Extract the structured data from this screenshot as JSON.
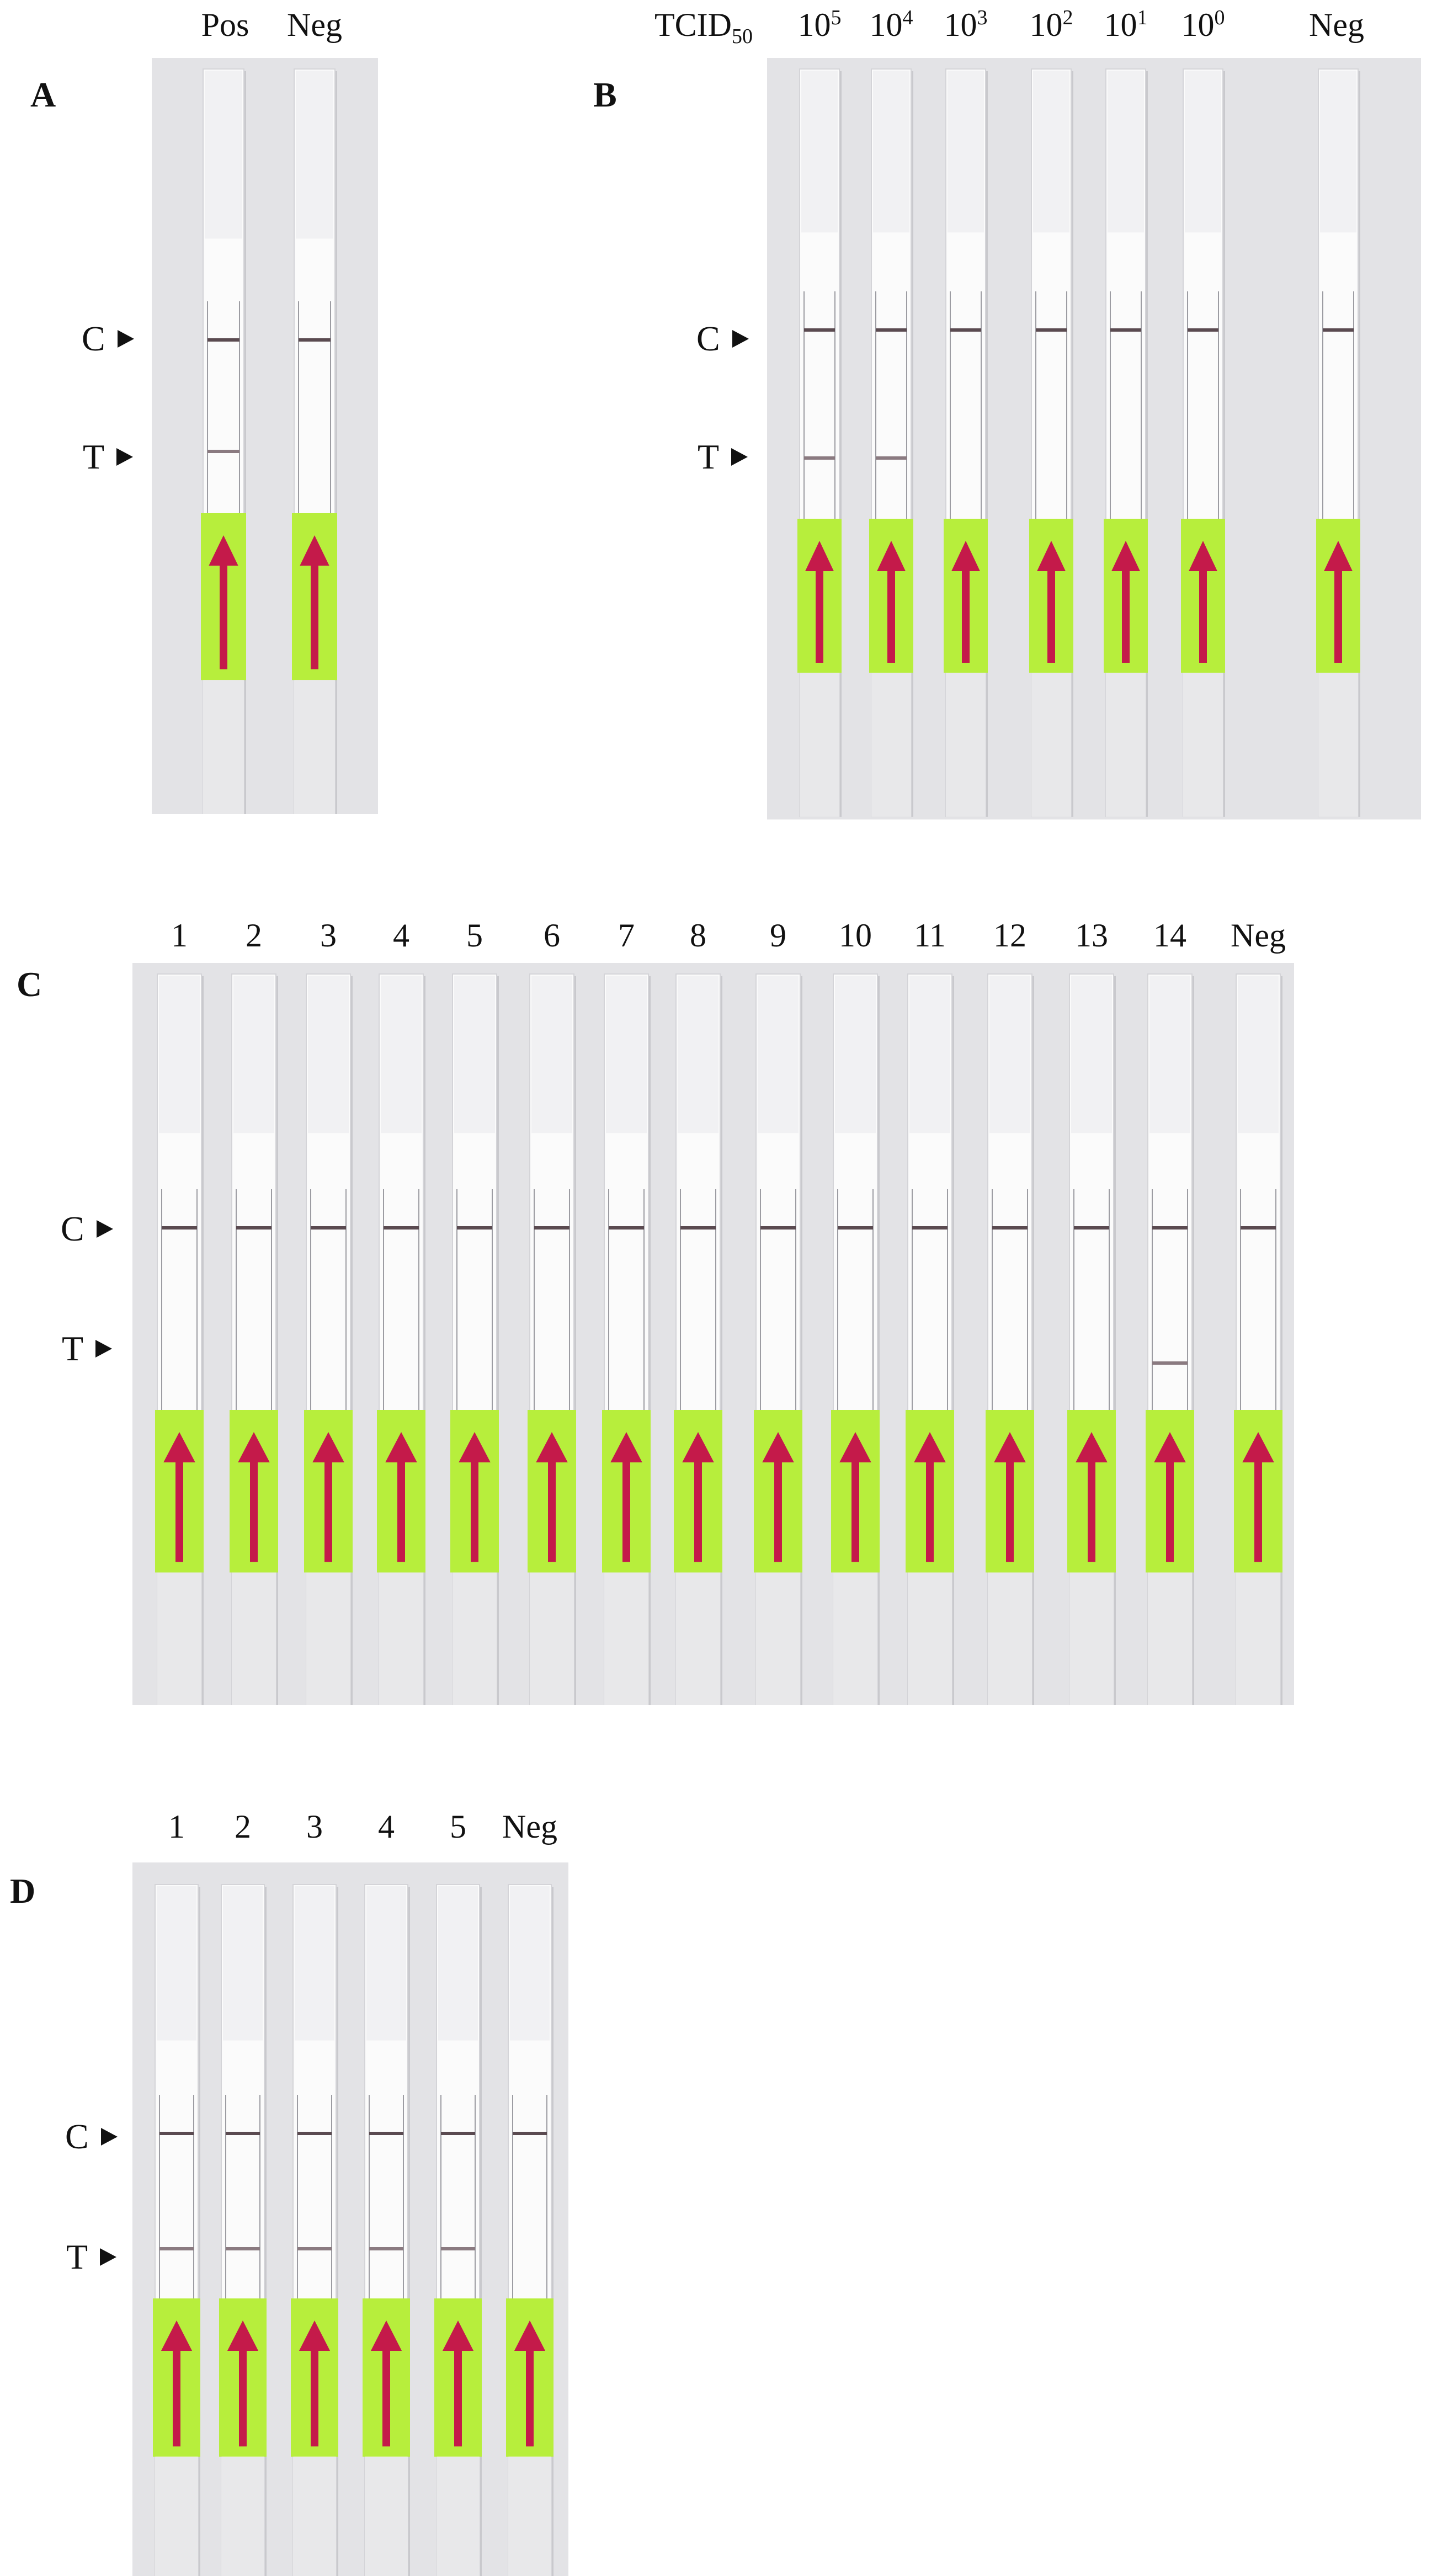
{
  "panels": [
    {
      "letter": "A",
      "markers": {
        "c": "C",
        "t": "T"
      },
      "lanes": [
        {
          "label": "Pos",
          "t_line": true
        },
        {
          "label": "Neg",
          "t_line": false
        }
      ]
    },
    {
      "letter": "B",
      "markers": {
        "c": "C",
        "t": "T"
      },
      "header": {
        "base": "TCID",
        "sub": "50"
      },
      "lanes": [
        {
          "base": "10",
          "exp": "5",
          "t_line": true
        },
        {
          "base": "10",
          "exp": "4",
          "t_line": true
        },
        {
          "base": "10",
          "exp": "3",
          "t_line": false
        },
        {
          "base": "10",
          "exp": "2",
          "t_line": false
        },
        {
          "base": "10",
          "exp": "1",
          "t_line": false
        },
        {
          "base": "10",
          "exp": "0",
          "t_line": false
        },
        {
          "label": "Neg",
          "t_line": false
        }
      ]
    },
    {
      "letter": "C",
      "markers": {
        "c": "C",
        "t": "T"
      },
      "lanes": [
        {
          "label": "1",
          "t_line": false
        },
        {
          "label": "2",
          "t_line": false
        },
        {
          "label": "3",
          "t_line": false
        },
        {
          "label": "4",
          "t_line": false
        },
        {
          "label": "5",
          "t_line": false
        },
        {
          "label": "6",
          "t_line": false
        },
        {
          "label": "7",
          "t_line": false
        },
        {
          "label": "8",
          "t_line": false
        },
        {
          "label": "9",
          "t_line": false
        },
        {
          "label": "10",
          "t_line": false
        },
        {
          "label": "11",
          "t_line": false
        },
        {
          "label": "12",
          "t_line": false
        },
        {
          "label": "13",
          "t_line": false
        },
        {
          "label": "14",
          "t_line": true
        },
        {
          "label": "Neg",
          "t_line": false
        }
      ]
    },
    {
      "letter": "D",
      "markers": {
        "c": "C",
        "t": "T"
      },
      "lanes": [
        {
          "label": "1",
          "t_line": true
        },
        {
          "label": "2",
          "t_line": true
        },
        {
          "label": "3",
          "t_line": true
        },
        {
          "label": "4",
          "t_line": true
        },
        {
          "label": "5",
          "t_line": true
        },
        {
          "label": "Neg",
          "t_line": false
        }
      ]
    }
  ],
  "colors": {
    "photo_bg": "#e3e3e6",
    "strip": "#fbfbfb",
    "control_line": "#5a4a50",
    "test_line": "#8a7a80",
    "pad_green": "#b7ee3c",
    "arrow_red": "#c41a4a",
    "sample_pad": "#e8e8ea"
  }
}
